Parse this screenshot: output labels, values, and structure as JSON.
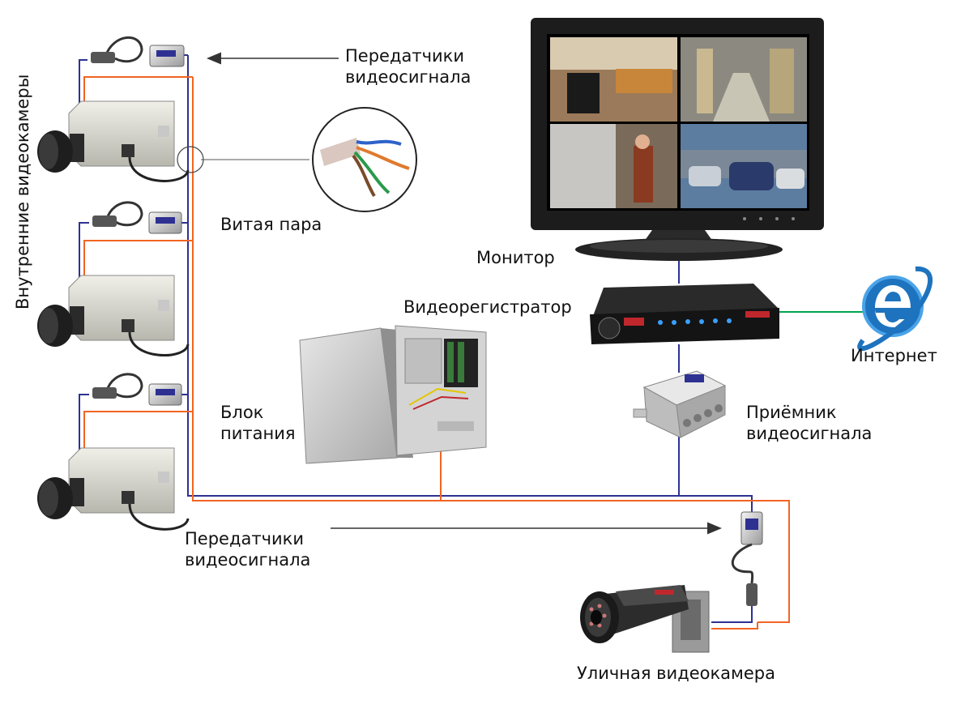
{
  "labels": {
    "transmitters_top": "Передатчики\nвидеосигнала",
    "twisted_pair": "Витая пара",
    "indoor_cameras": "Внутренние видеокамеры",
    "monitor": "Монитор",
    "dvr": "Видеорегистратор",
    "internet": "Интернет",
    "power_supply": "Блок\nпитания",
    "receiver": "Приёмник\nвидеосигнала",
    "transmitters_bottom": "Передатчики\nвидеосигнала",
    "outdoor_camera": "Уличная видеокамера"
  },
  "colors": {
    "video_line": "#2e3192",
    "power_line": "#f26522",
    "network_line": "#00a651",
    "internet_blue": "#1e73be"
  }
}
